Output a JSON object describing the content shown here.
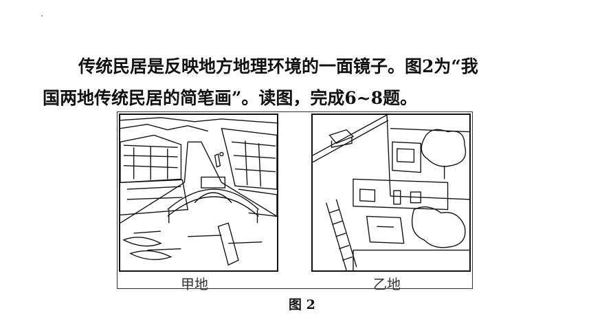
{
  "paragraph": {
    "line1": "传统民居是反映地方地理环境的一面镜子。图2为“我",
    "line2": "国两地传统民居的简笔画”。读图，完成6~8题。"
  },
  "figure": {
    "label_jia": "甲地",
    "label_yi": "乙地",
    "caption": "图 2"
  }
}
